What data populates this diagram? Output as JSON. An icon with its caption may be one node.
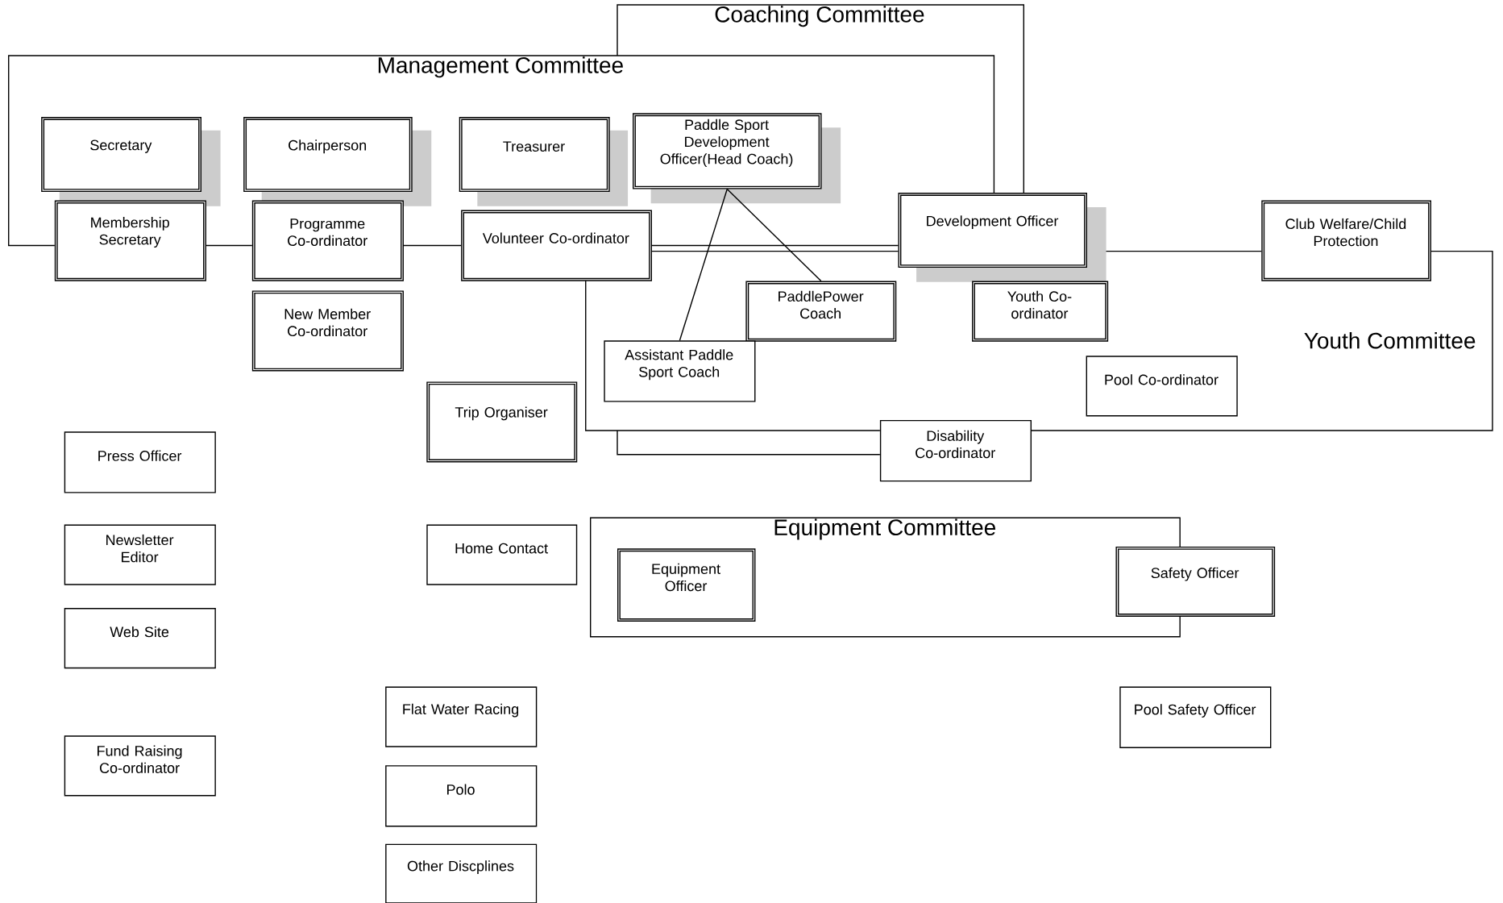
{
  "diagram": {
    "nodes": [
      {
        "text": [
          "Secretary"
        ]
      },
      {
        "text": [
          "Chairperson"
        ]
      },
      {
        "text": [
          "Treasurer"
        ]
      },
      {
        "text": [
          "Paddle Sport Development Officer(Head Coach)"
        ]
      },
      {
        "text": [
          "Membership Secretary"
        ]
      },
      {
        "text": [
          "Programme Co-ordinator"
        ]
      },
      {
        "text": [
          "Volunteer Co-ordinator"
        ]
      },
      {
        "text": [
          "Development Officer"
        ]
      },
      {
        "text": [
          "Club Welfare/Child Protection"
        ]
      },
      {
        "text": [
          "New Member Co-ordinator"
        ]
      },
      {
        "text": [
          "PaddlePower Coach"
        ]
      },
      {
        "text": [
          "Youth Co-ordinator"
        ]
      },
      {
        "text": [
          "Assistant Paddle Sport Coach"
        ]
      },
      {
        "text": [
          "Pool Co-ordinator"
        ]
      },
      {
        "text": [
          "Trip Organiser"
        ]
      },
      {
        "text": [
          "Press Officer"
        ]
      },
      {
        "text": [
          "Disability Co-ordinator"
        ]
      },
      {
        "text": [
          "Newsletter Editor"
        ]
      },
      {
        "text": [
          "Home Contact"
        ]
      },
      {
        "text": [
          "Equipment Officer"
        ]
      },
      {
        "text": [
          "Safety Officer"
        ]
      },
      {
        "text": [
          "Web Site"
        ]
      },
      {
        "text": [
          "Pool Safety Officer"
        ]
      },
      {
        "text": [
          "Fund Raising Co-ordinator"
        ]
      },
      {
        "text": [
          "Flat Water Racing"
        ]
      },
      {
        "text": [
          "Polo"
        ]
      },
      {
        "text": [
          "Other Discplines"
        ]
      }
    ],
    "edges": [
      {
        "from": 3,
        "to": 12,
        "arrow": "none"
      },
      {
        "from": 3,
        "to": 10,
        "arrow": "none"
      }
    ],
    "labels": [
      "Coaching Committee",
      "Management Committee",
      "Youth Committee",
      "Equipment Committee"
    ]
  }
}
